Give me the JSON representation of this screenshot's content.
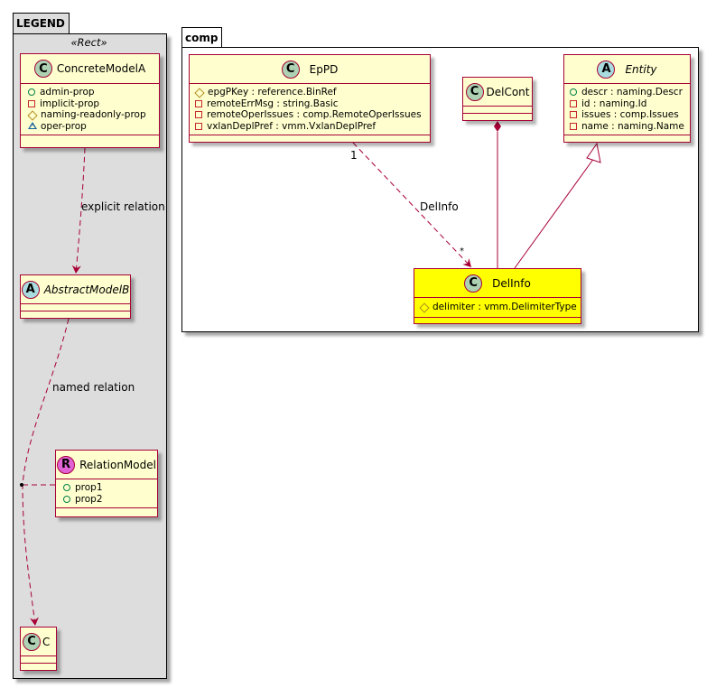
{
  "legend": {
    "package_name": "LEGEND",
    "stereotype": "«Rect»",
    "classes": {
      "concrete_model_a": {
        "kind": "C",
        "name": "ConcreteModelA",
        "attributes": [
          {
            "visibility": "public",
            "text": "admin-prop"
          },
          {
            "visibility": "private",
            "text": "implicit-prop"
          },
          {
            "visibility": "protected",
            "text": "naming-readonly-prop"
          },
          {
            "visibility": "package",
            "text": "oper-prop"
          }
        ]
      },
      "abstract_model_b": {
        "kind": "A",
        "name": "AbstractModelB"
      },
      "relation_model": {
        "kind": "R",
        "name": "RelationModel",
        "attributes": [
          {
            "visibility": "public",
            "text": "prop1"
          },
          {
            "visibility": "public",
            "text": "prop2"
          }
        ]
      },
      "c": {
        "kind": "C",
        "name": "C"
      }
    },
    "relations": {
      "explicit": "explicit relation",
      "named": "named relation"
    }
  },
  "comp": {
    "package_name": "comp",
    "classes": {
      "eppd": {
        "kind": "C",
        "name": "EpPD",
        "attributes": [
          {
            "visibility": "protected",
            "text": "epgPKey : reference.BinRef"
          },
          {
            "visibility": "private",
            "text": "remoteErrMsg : string.Basic"
          },
          {
            "visibility": "private",
            "text": "remoteOperIssues : comp.RemoteOperIssues"
          },
          {
            "visibility": "private",
            "text": "vxlanDeplPref : vmm.VxlanDeplPref"
          }
        ]
      },
      "delcont": {
        "kind": "C",
        "name": "DelCont"
      },
      "entity": {
        "kind": "A",
        "name": "Entity",
        "attributes": [
          {
            "visibility": "public",
            "text": "descr : naming.Descr"
          },
          {
            "visibility": "private",
            "text": "id : naming.Id"
          },
          {
            "visibility": "private",
            "text": "issues : comp.Issues"
          },
          {
            "visibility": "private",
            "text": "name : naming.Name"
          }
        ]
      },
      "delinfo": {
        "kind": "C",
        "name": "DelInfo",
        "highlight_color": "#ffff00",
        "attributes": [
          {
            "visibility": "protected",
            "text": "delimiter : vmm.DelimiterType"
          }
        ]
      }
    },
    "relations": {
      "eppd_delinfo": {
        "label": "DelInfo",
        "source_mult": "1",
        "target_mult": "*"
      }
    }
  },
  "colors": {
    "class_fill": "#fefece",
    "class_border": "#a80036",
    "highlight": "#ffff00",
    "legend_bg": "#dddddd"
  }
}
